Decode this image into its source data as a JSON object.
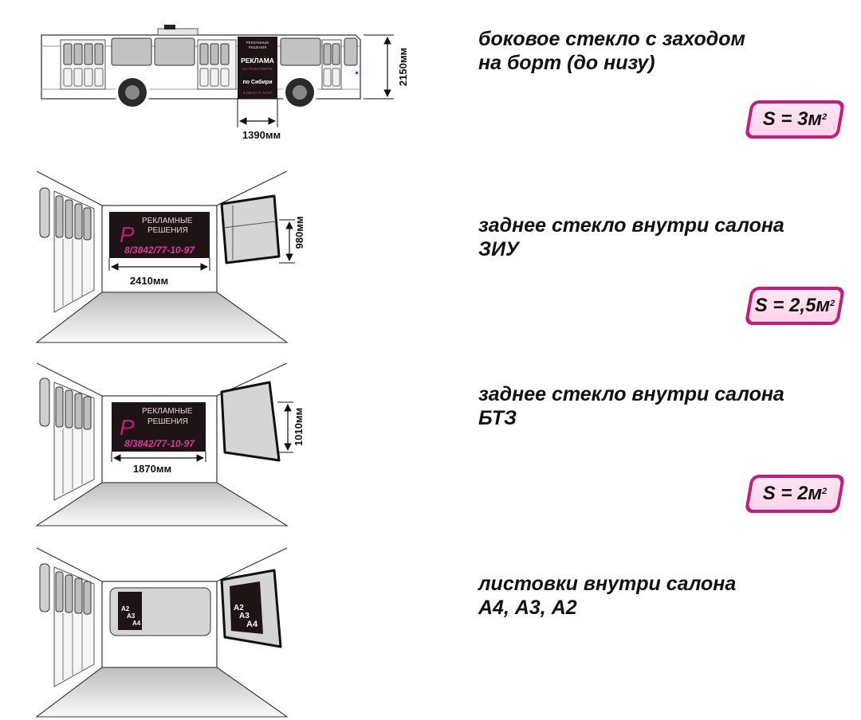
{
  "sections": [
    {
      "id": "side-glass",
      "desc_lines": [
        "боковое стекло с заходом",
        "на борт (до низу)"
      ],
      "area_base": "S = 3м",
      "area_sup": "2",
      "dimensions": {
        "width": "1390мм",
        "height": "2150мм"
      },
      "ad_lines": [
        "РЕКЛАМА",
        "НА ТРАНСПОРТЕ",
        "по Сибири",
        "8 (3842) 77-10-97"
      ],
      "ad_logo_lines": [
        "РЕКЛАМНЫЕ",
        "РЕШЕНИЯ"
      ]
    },
    {
      "id": "rear-glass-ziu",
      "desc_lines": [
        "заднее стекло внутри салона",
        "ЗИУ"
      ],
      "area_base": "S = 2,5м",
      "area_sup": "2",
      "dimensions": {
        "width": "2410мм",
        "height": "980мм"
      }
    },
    {
      "id": "rear-glass-btz",
      "desc_lines": [
        "заднее стекло внутри салона",
        "БТЗ"
      ],
      "area_base": "S = 2м",
      "area_sup": "2",
      "dimensions": {
        "width": "1870мм",
        "height": "1010мм"
      }
    },
    {
      "id": "leaflets",
      "desc_lines": [
        "листовки внутри салона",
        "А4, А3, А2"
      ],
      "leaflet_sizes": [
        "А2",
        "А3",
        "А4"
      ]
    }
  ],
  "banner": {
    "logo_lines": [
      "РЕКЛАМНЫЕ",
      "РЕШЕНИЯ"
    ],
    "phone": "8/3842/77-10-97",
    "small_phone": "8 (3842) 77-10-97"
  },
  "colors": {
    "accent": "#c8197c",
    "badge_fill": "#ffdcef",
    "banner_bg": "#1e1416",
    "phone": "#e0359a"
  }
}
